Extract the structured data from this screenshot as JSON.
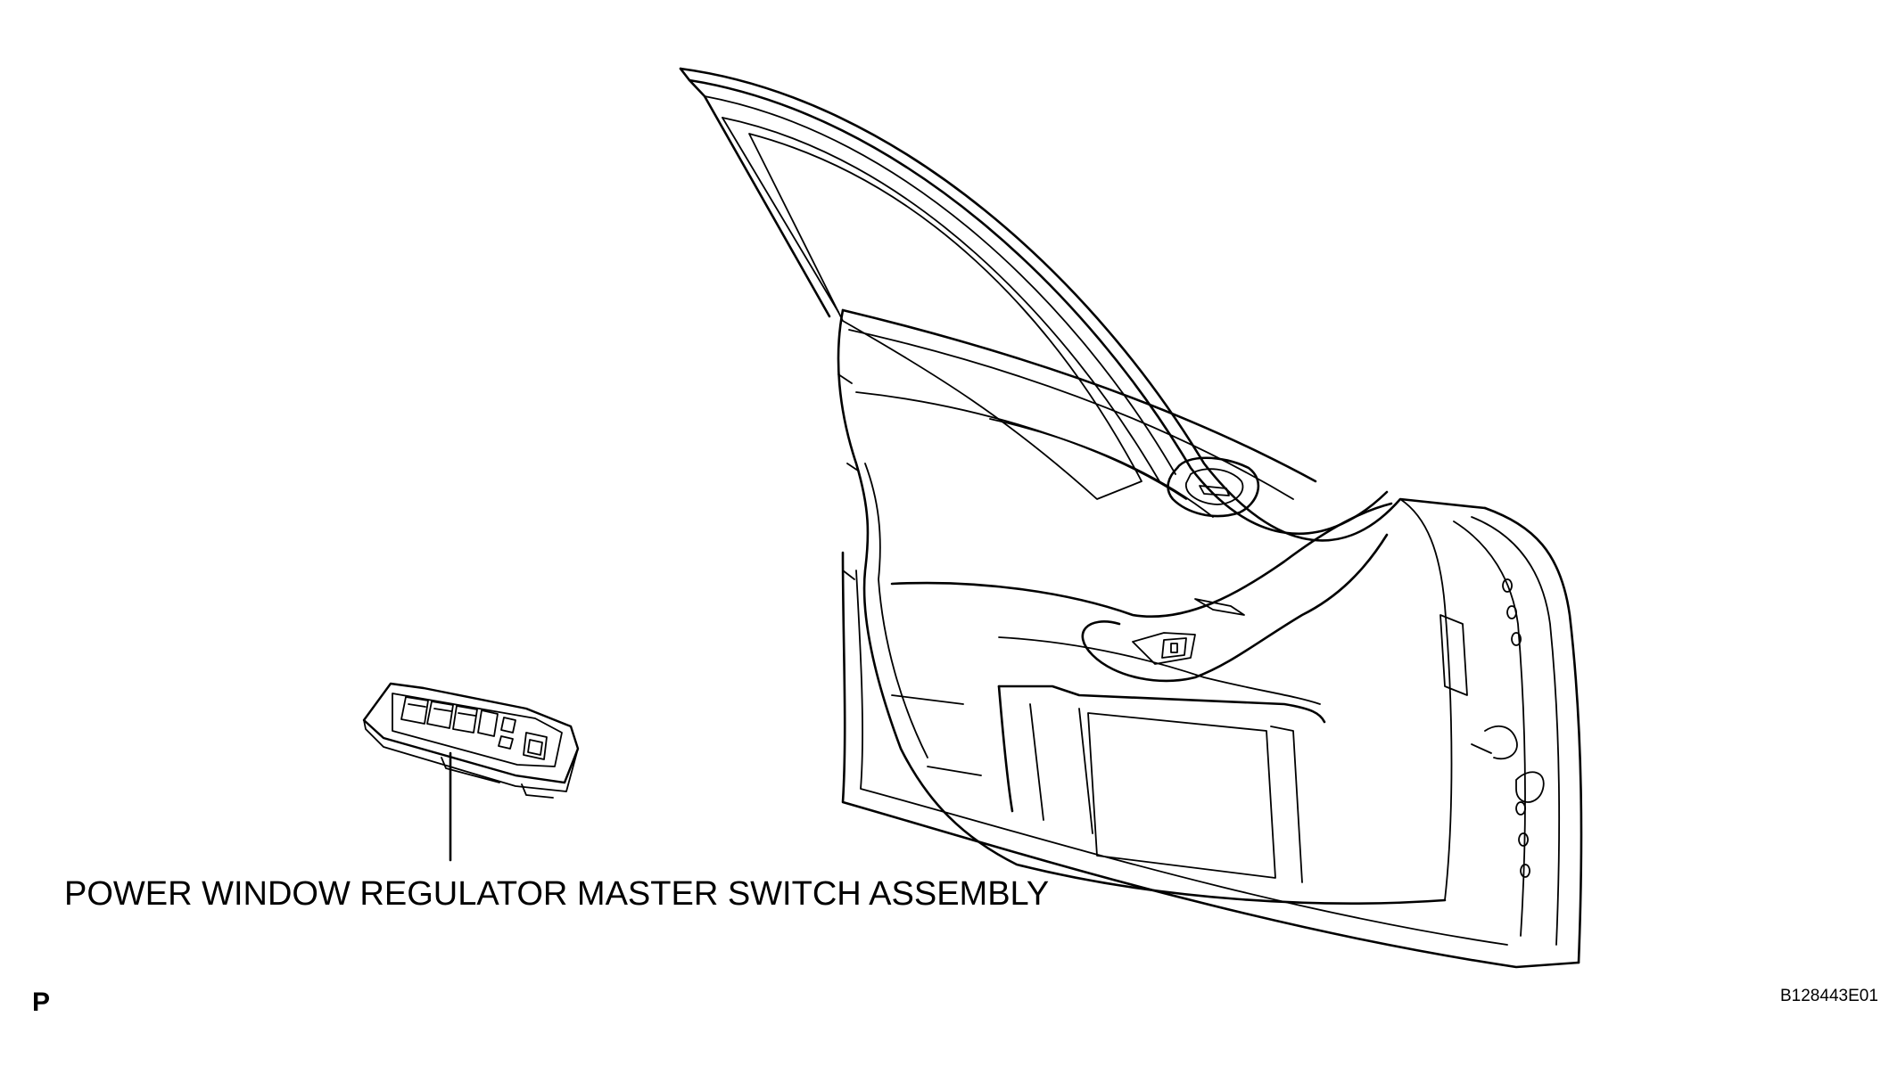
{
  "diagram": {
    "callout_label": "POWER WINDOW REGULATOR MASTER SWITCH ASSEMBLY",
    "page_code": "P",
    "figure_id": "B128443E01"
  },
  "icons": {
    "door": "front-door-assembly-line-drawing",
    "switch": "power-window-master-switch-line-drawing"
  }
}
